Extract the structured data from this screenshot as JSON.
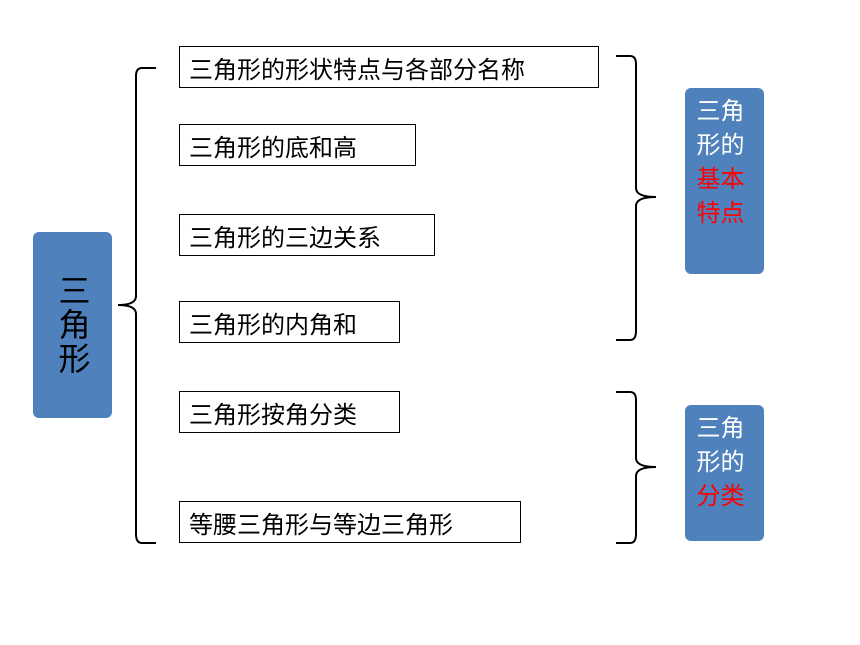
{
  "root": {
    "label": "三角形"
  },
  "items": [
    "三角形的形状特点与各部分名称",
    "三角形的底和高",
    "三角形的三边关系",
    "三角形的内角和",
    "三角形按角分类",
    "等腰三角形与等边三角形"
  ],
  "groups": [
    {
      "label_plain": "三角形的",
      "label_highlight": "基本特点"
    },
    {
      "label_plain": "三角形的",
      "label_highlight": "分类"
    }
  ],
  "colors": {
    "box_fill": "#4f81bd",
    "label_text": "#ffffff",
    "highlight_text": "#ff0000",
    "line": "#000000"
  }
}
